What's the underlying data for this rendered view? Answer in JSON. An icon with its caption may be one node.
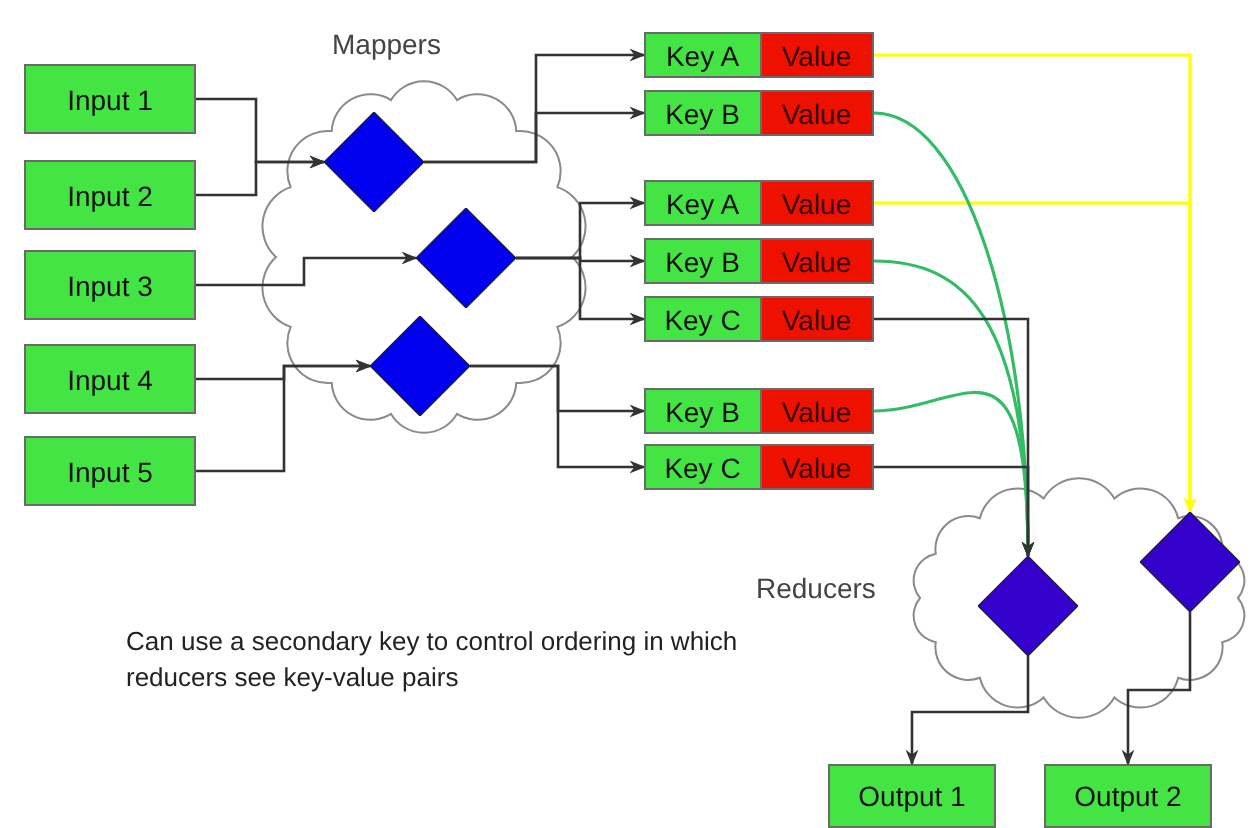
{
  "diagram": {
    "nodes": [
      {
        "text": [
          "Input 1"
        ]
      },
      {
        "text": [
          "Input 2"
        ]
      },
      {
        "text": [
          "Input 3"
        ]
      },
      {
        "text": [
          "Input 4"
        ]
      },
      {
        "text": [
          "Input 5"
        ]
      },
      {
        "text": [
          "Mappers"
        ]
      },
      {
        "text": [],
        "shape": "diamond",
        "in": 5
      },
      {
        "text": [],
        "shape": "diamond",
        "in": 5
      },
      {
        "text": [],
        "shape": "diamond",
        "in": 5
      },
      {
        "text": [
          "Key A",
          "Value"
        ]
      },
      {
        "text": [
          "Key B",
          "Value"
        ]
      },
      {
        "text": [
          "Key A",
          "Value"
        ]
      },
      {
        "text": [
          "Key B",
          "Value"
        ]
      },
      {
        "text": [
          "Key C",
          "Value"
        ]
      },
      {
        "text": [
          "Key B",
          "Value"
        ]
      },
      {
        "text": [
          "Key C",
          "Value"
        ]
      },
      {
        "text": [
          "Reducers"
        ]
      },
      {
        "text": [],
        "shape": "diamond",
        "in": 16
      },
      {
        "text": [],
        "shape": "diamond",
        "in": 16
      },
      {
        "text": [
          "Output 1"
        ]
      },
      {
        "text": [
          "Output 2"
        ]
      }
    ],
    "edges": [
      {
        "from": 0,
        "to": 6,
        "arrow": "to"
      },
      {
        "from": 1,
        "to": 6,
        "arrow": "to"
      },
      {
        "from": 2,
        "to": 7,
        "arrow": "to"
      },
      {
        "from": 3,
        "to": 8,
        "arrow": "to"
      },
      {
        "from": 4,
        "to": 8,
        "arrow": "to"
      },
      {
        "from": 6,
        "to": 9,
        "arrow": "to"
      },
      {
        "from": 6,
        "to": 10,
        "arrow": "to"
      },
      {
        "from": 7,
        "to": 11,
        "arrow": "to"
      },
      {
        "from": 7,
        "to": 12,
        "arrow": "to"
      },
      {
        "from": 7,
        "to": 13,
        "arrow": "to"
      },
      {
        "from": 8,
        "to": 14,
        "arrow": "to"
      },
      {
        "from": 8,
        "to": 15,
        "arrow": "to"
      },
      {
        "from": 9,
        "to": 18,
        "arrow": "to",
        "color": "#ffff00"
      },
      {
        "from": 11,
        "to": 18,
        "arrow": "to",
        "color": "#ffff00"
      },
      {
        "from": 10,
        "to": 17,
        "arrow": "to",
        "color": "#33bb66"
      },
      {
        "from": 12,
        "to": 17,
        "arrow": "to",
        "color": "#33bb66"
      },
      {
        "from": 14,
        "to": 17,
        "arrow": "to",
        "color": "#33bb66"
      },
      {
        "from": 13,
        "to": 17,
        "arrow": "to"
      },
      {
        "from": 15,
        "to": 17,
        "arrow": "to"
      },
      {
        "from": 17,
        "to": 19,
        "arrow": "to"
      },
      {
        "from": 18,
        "to": 20,
        "arrow": "to"
      }
    ],
    "labels": [
      "Can use a secondary key to control ordering in which reducers see key-value pairs"
    ]
  }
}
